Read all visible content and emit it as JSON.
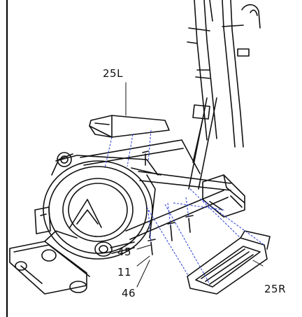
{
  "labels": {
    "pedal_left": "25L",
    "pedal_right": "25R",
    "part_45": "45",
    "part_11": "11",
    "part_46": "46"
  },
  "colors": {
    "line": "#111111",
    "guide": "#2b3fd6",
    "background": "#ffffff"
  },
  "icons": {
    "left_pedal": "left-foot-pedal-icon",
    "right_pedal": "right-foot-pedal-icon",
    "bolts": "bolt-icon"
  }
}
